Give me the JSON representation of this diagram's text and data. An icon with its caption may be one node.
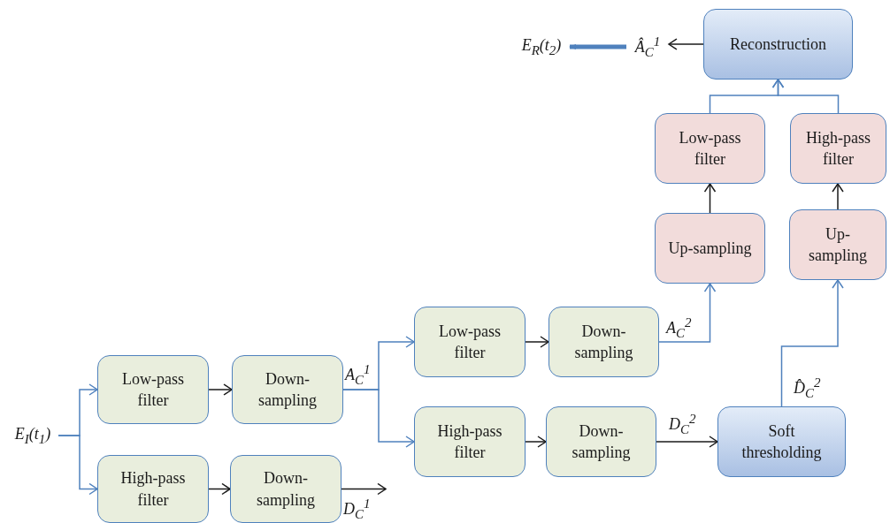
{
  "diagram": {
    "nodes": [
      {
        "text": [
          "E$_{I}$(t$_{1}$)"
        ]
      },
      {
        "text": [
          "Low-pass filter"
        ]
      },
      {
        "text": [
          "Down-sampling"
        ]
      },
      {
        "text": [
          "High-pass filter"
        ]
      },
      {
        "text": [
          "Down-sampling"
        ]
      },
      {
        "text": [
          "Low-pass filter"
        ]
      },
      {
        "text": [
          "Down-sampling"
        ]
      },
      {
        "text": [
          "High-pass filter"
        ]
      },
      {
        "text": [
          "Down-sampling"
        ]
      },
      {
        "text": [
          "Soft thresholding"
        ]
      },
      {
        "text": [
          "Up-sampling"
        ]
      },
      {
        "text": [
          "Low-pass filter"
        ]
      },
      {
        "text": [
          "Up-sampling"
        ]
      },
      {
        "text": [
          "High-pass filter"
        ]
      },
      {
        "text": [
          "Reconstruction"
        ]
      },
      {
        "text": [
          "Â$_{C}$$^{1}$"
        ]
      },
      {
        "text": [
          "E$_{R}$(t$_{2}$)"
        ]
      }
    ],
    "edges": [
      {
        "from": 0,
        "to": 1,
        "arrow": "to",
        "color": "#4f81bd"
      },
      {
        "from": 0,
        "to": 3,
        "arrow": "to",
        "color": "#4f81bd"
      },
      {
        "from": 1,
        "to": 2,
        "arrow": "to",
        "color": "#1a1a1a"
      },
      {
        "from": 3,
        "to": 4,
        "arrow": "to",
        "color": "#1a1a1a"
      },
      {
        "from": 2,
        "to": 5,
        "arrow": "to",
        "label": "A$_{C}$$^{1}$",
        "color": "#4f81bd"
      },
      {
        "from": 2,
        "to": 7,
        "arrow": "to",
        "color": "#4f81bd"
      },
      {
        "from": 4,
        "to": null,
        "arrow": "to",
        "label": "D$_{C}$$^{1}$",
        "color": "#1a1a1a"
      },
      {
        "from": 5,
        "to": 6,
        "arrow": "to",
        "color": "#1a1a1a"
      },
      {
        "from": 7,
        "to": 8,
        "arrow": "to",
        "color": "#1a1a1a"
      },
      {
        "from": 6,
        "to": 10,
        "arrow": "to",
        "label": "A$_{C}$$^{2}$",
        "color": "#4f81bd"
      },
      {
        "from": 8,
        "to": 9,
        "arrow": "to",
        "label": "D$_{C}$$^{2}$",
        "color": "#1a1a1a"
      },
      {
        "from": 9,
        "to": 12,
        "arrow": "to",
        "label": "D̂$_{C}$$^{2}$",
        "color": "#4f81bd"
      },
      {
        "from": 10,
        "to": 11,
        "arrow": "to",
        "color": "#1a1a1a"
      },
      {
        "from": 12,
        "to": 13,
        "arrow": "to",
        "color": "#1a1a1a"
      },
      {
        "from": 11,
        "to": 14,
        "arrow": "to",
        "color": "#4f81bd"
      },
      {
        "from": 13,
        "to": 14,
        "arrow": "to",
        "color": "#4f81bd"
      },
      {
        "from": 14,
        "to": 15,
        "arrow": "to",
        "color": "#1a1a1a"
      },
      {
        "from": 15,
        "to": 16,
        "arrow": "to",
        "style": "thick",
        "color": "#4f81bd"
      }
    ]
  }
}
